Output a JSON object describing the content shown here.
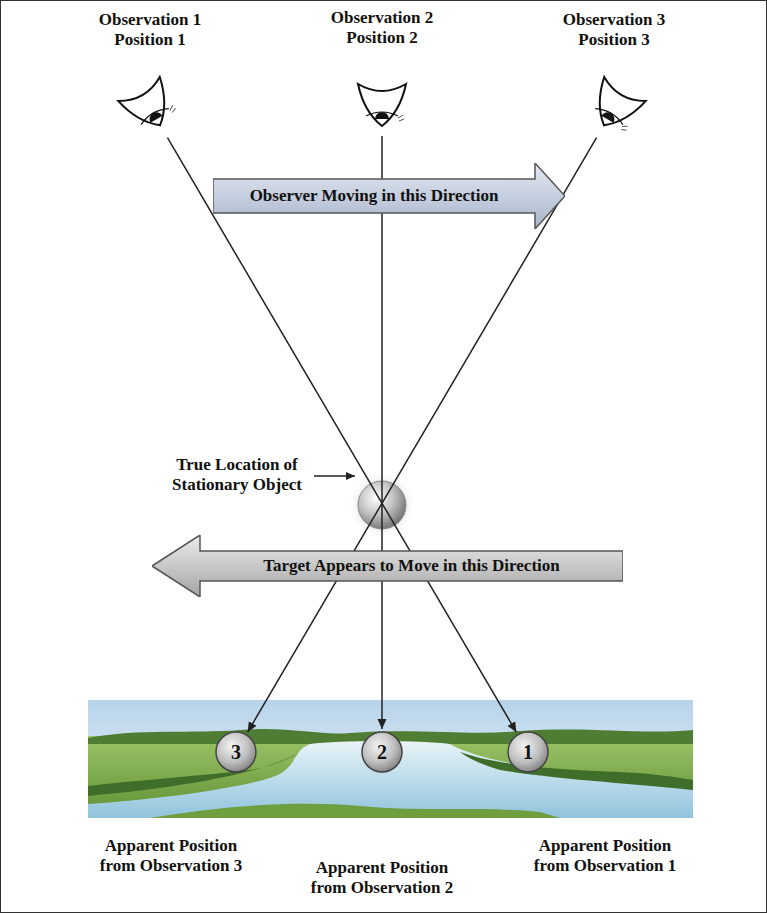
{
  "diagram": {
    "nodes": [
      {
        "text": [
          "Observation 1 Position 1"
        ]
      },
      {
        "text": [
          "Observation 2 Position 2"
        ]
      },
      {
        "text": [
          "Observation 3 Position 3"
        ]
      },
      {
        "text": [
          "Observer Moving in this Direction"
        ]
      },
      {
        "text": [
          "Target Appears to Move in this Direction"
        ]
      },
      {
        "text": [
          "3"
        ]
      },
      {
        "text": [
          "2"
        ]
      },
      {
        "text": [
          "1"
        ]
      }
    ],
    "edges": [
      {
        "from": 0,
        "to": 7,
        "arrow": "to"
      },
      {
        "from": 1,
        "to": 6,
        "arrow": "to"
      },
      {
        "from": 2,
        "to": 5,
        "arrow": "to"
      }
    ],
    "labels": [
      "True Location of Stationary Object",
      "Apparent Position from Observation 3",
      "Apparent Position from Observation 2",
      "Apparent Position from Observation 1"
    ]
  }
}
